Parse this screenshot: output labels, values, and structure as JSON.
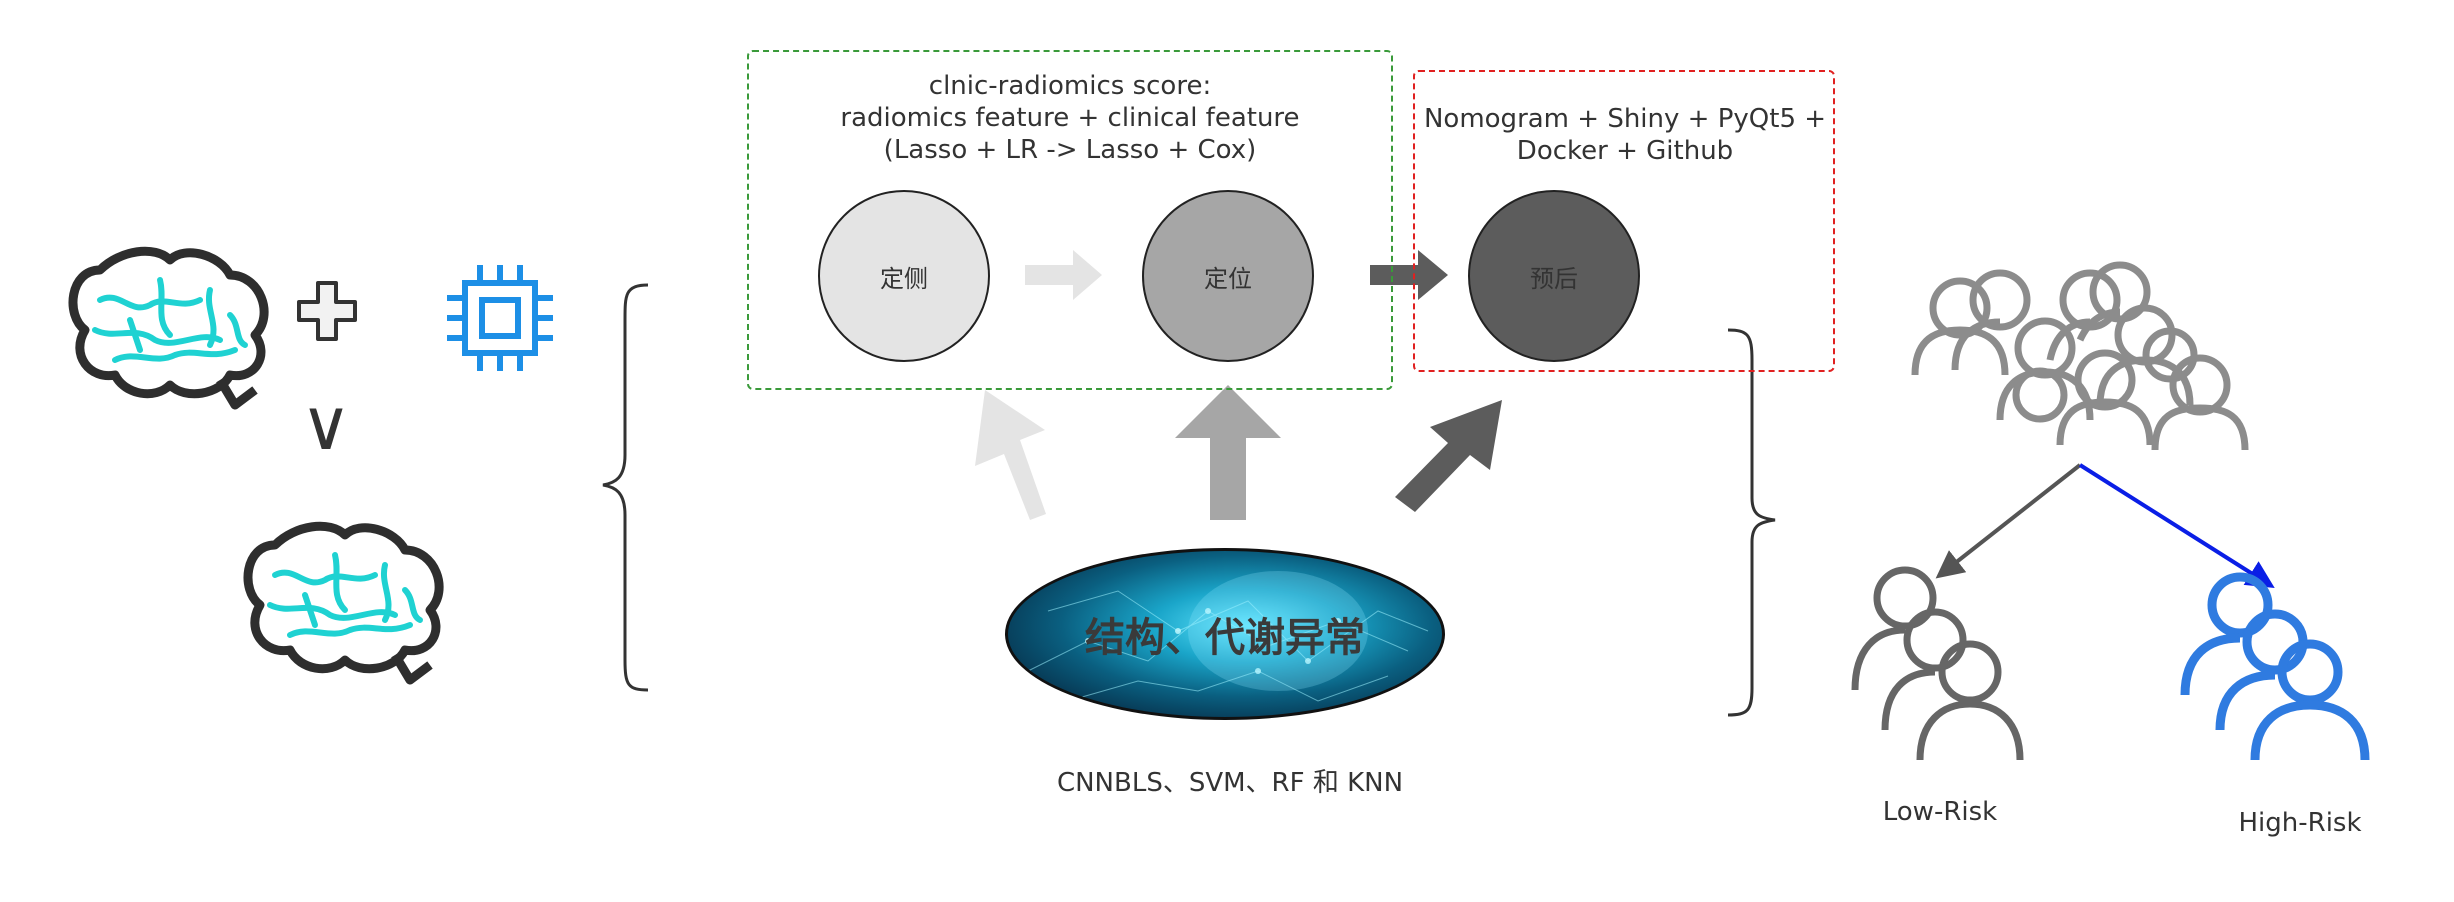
{
  "score_box": {
    "line1": "clnic-radiomics score:",
    "line2": "radiomics feature + clinical feature",
    "line3": "(Lasso + LR -> Lasso + Cox)"
  },
  "deploy_box": {
    "line1": "Nomogram +  Shiny + PyQt5 +",
    "line2": "Docker + Github"
  },
  "stages": [
    {
      "label": "定侧",
      "color": "#e4e4e4"
    },
    {
      "label": "定位",
      "color": "#a6a6a6"
    },
    {
      "label": "预后",
      "color": "#5c5c5c"
    }
  ],
  "abnormality_label": "结构、代谢异常",
  "models_label": "CNNBLS、SVM、RF 和 KNN",
  "or_symbol": "∨",
  "risk_low": "Low-Risk",
  "risk_high": "High-Risk",
  "colors": {
    "brain_outline": "#2e2e2e",
    "brain_vessels": "#1fd2d2",
    "chip": "#1d8fe6",
    "arrow_light": "#e4e4e4",
    "arrow_mid": "#a6a6a6",
    "arrow_dark": "#5c5c5c",
    "people_gray": "#8c8c8c",
    "people_dark": "#666666",
    "people_blue": "#2f7be0",
    "split_arrow_gray": "#555555",
    "split_arrow_blue": "#0a1ee6",
    "green_dash": "#3a9a3a",
    "red_dash": "#e02020"
  },
  "icons": [
    "brain-icon",
    "plus-icon",
    "chip-icon",
    "brain-icon",
    "people-group-icon",
    "people-low-risk-icon",
    "people-high-risk-icon"
  ]
}
